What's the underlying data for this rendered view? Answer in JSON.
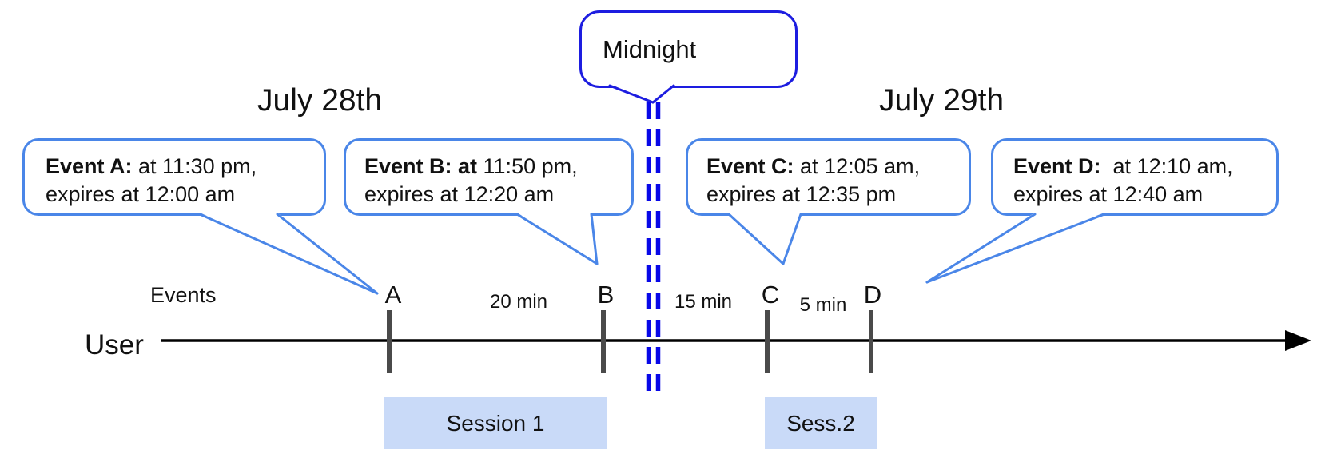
{
  "dates": {
    "left": "July 28th",
    "right": "July 29th"
  },
  "midnight": {
    "label": "Midnight"
  },
  "events": [
    {
      "tick": "A",
      "bold": "Event A:",
      "rest": " at 11:30 pm,",
      "line2": "expires at 12:00 am"
    },
    {
      "tick": "B",
      "bold": "Event B: at",
      "rest": " 11:50 pm,",
      "line2": "expires at 12:20 am"
    },
    {
      "tick": "C",
      "bold": "Event C:",
      "rest": " at 12:05 am,",
      "line2": "expires at 12:35 pm"
    },
    {
      "tick": "D",
      "bold": "Event D:",
      "rest": "  at 12:10 am,",
      "line2": "expires at 12:40 am"
    }
  ],
  "axis": {
    "events_label": "Events",
    "user_label": "User"
  },
  "intervals": [
    "20 min",
    "15 min",
    "5 min"
  ],
  "sessions": [
    "Session 1",
    "Sess.2"
  ],
  "colors": {
    "event_callout_border": "#4a86e8",
    "midnight_callout_border": "#1d1de0",
    "midnight_dashed_line": "#0808e8",
    "session_fill": "#c9daf8",
    "tick_mark": "#4a4a4a",
    "timeline": "#000000"
  }
}
